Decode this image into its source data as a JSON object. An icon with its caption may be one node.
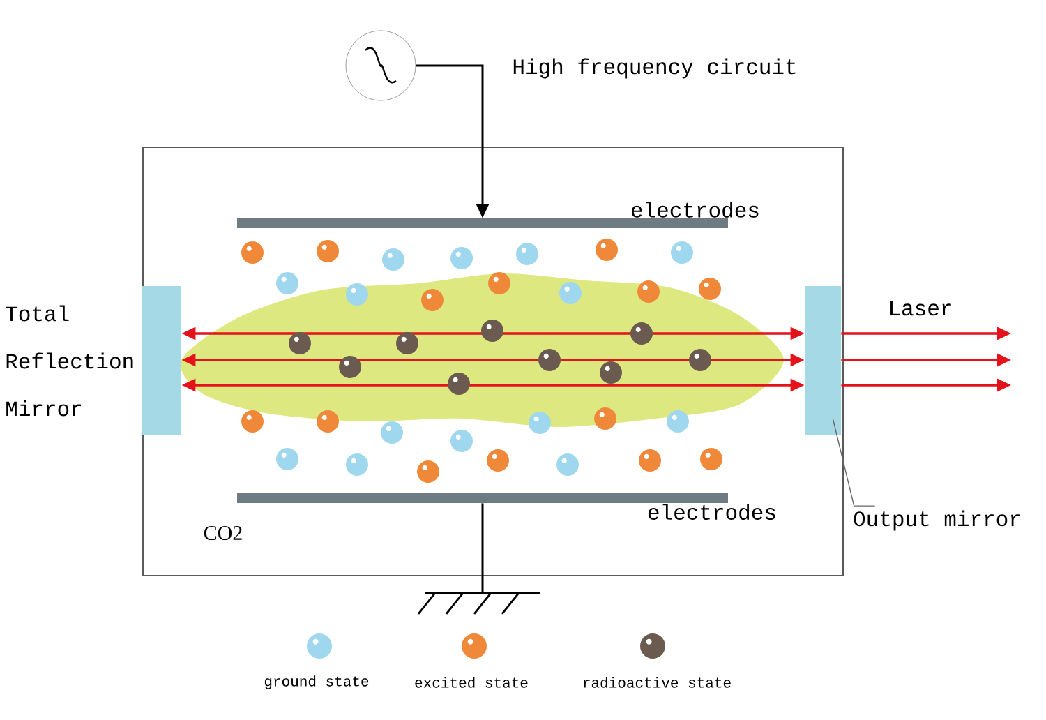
{
  "diagram": {
    "nodes": [
      {
        "text": [],
        "shape": "box"
      },
      {
        "text": [],
        "shape": "circle"
      },
      {
        "text": [
          "electrodes"
        ],
        "in": 0
      },
      {
        "text": [
          "electrodes"
        ],
        "in": 0
      },
      {
        "text": [
          "Total Reflection Mirror"
        ],
        "in": 0
      },
      {
        "text": [],
        "shape": "box",
        "in": 0
      },
      {
        "text": [
          "Output mirror"
        ]
      },
      {
        "text": [],
        "shape": "ground"
      }
    ],
    "edges": [
      {
        "from": 1,
        "to": 2,
        "arrow": "to",
        "color": "#000000"
      },
      {
        "from": 3,
        "to": 7,
        "arrow": "none",
        "color": "#000000"
      },
      {
        "from": 4,
        "to": 5,
        "arrow": "both",
        "color": "#e3121b"
      },
      {
        "from": 4,
        "to": 5,
        "arrow": "both",
        "color": "#e3121b"
      },
      {
        "from": 4,
        "to": 5,
        "arrow": "both",
        "color": "#e3121b"
      },
      {
        "from": 5,
        "to": null,
        "arrow": "to",
        "color": "#e3121b"
      },
      {
        "from": 5,
        "to": null,
        "arrow": "to",
        "color": "#e3121b"
      },
      {
        "from": 5,
        "to": null,
        "arrow": "to",
        "color": "#e3121b"
      },
      {
        "from": 6,
        "to": 5,
        "arrow": "none",
        "color": "#666666"
      }
    ],
    "labels": [
      "High frequency circuit",
      "Laser",
      "CO2"
    ],
    "legend": [
      {
        "text": "ground state",
        "color": "#9fd8ee"
      },
      {
        "text": "excited state",
        "color": "#f0883a"
      },
      {
        "text": "radioactive state",
        "color": "#6b5a4f"
      }
    ]
  }
}
